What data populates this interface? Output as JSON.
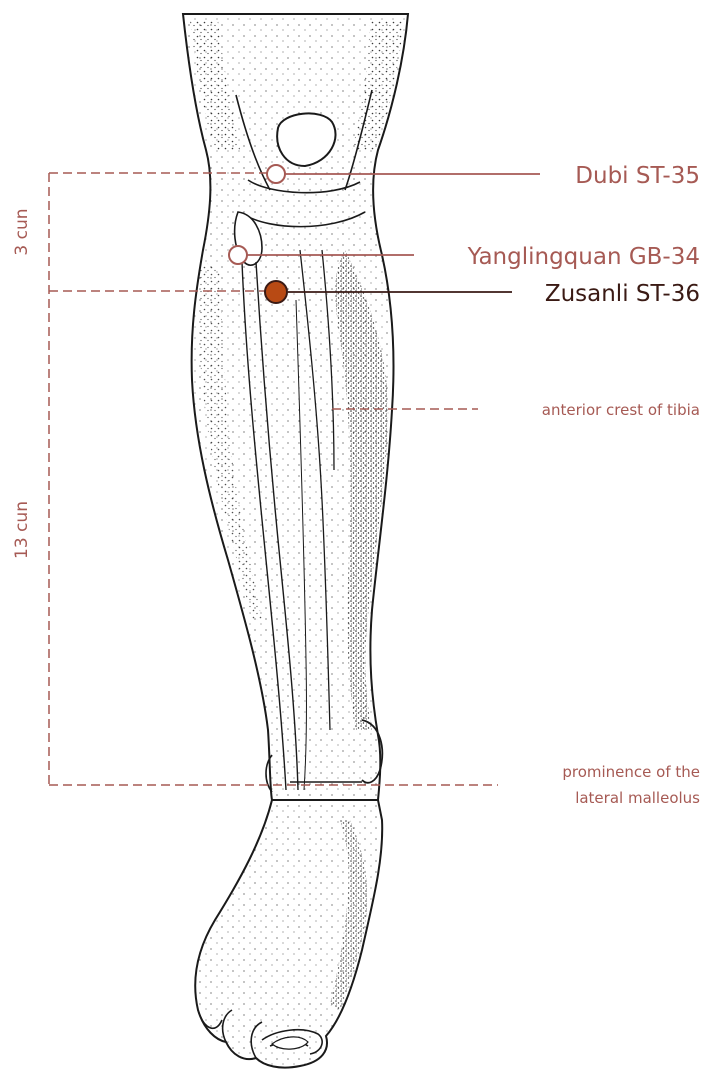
{
  "colors": {
    "accent": "#a65a54",
    "dark_label": "#3a1a14",
    "active_point": "#b84a14",
    "outline": "#1a1a1a"
  },
  "points": [
    {
      "id": "dubi",
      "label": "Dubi ST-35",
      "style": "open"
    },
    {
      "id": "yanglingquan",
      "label": "Yanglingquan GB-34",
      "style": "open"
    },
    {
      "id": "zusanli",
      "label": "Zusanli ST-36",
      "style": "filled"
    }
  ],
  "annotations": {
    "tibia": "anterior crest of tibia",
    "malleolus_line1": "prominence of the",
    "malleolus_line2": "lateral malleolus"
  },
  "measurements": {
    "upper": "3 cun",
    "lower": "13 cun"
  },
  "illustration": {
    "subject": "right lower leg and foot, anterior view",
    "icon": "leg-illustration"
  }
}
